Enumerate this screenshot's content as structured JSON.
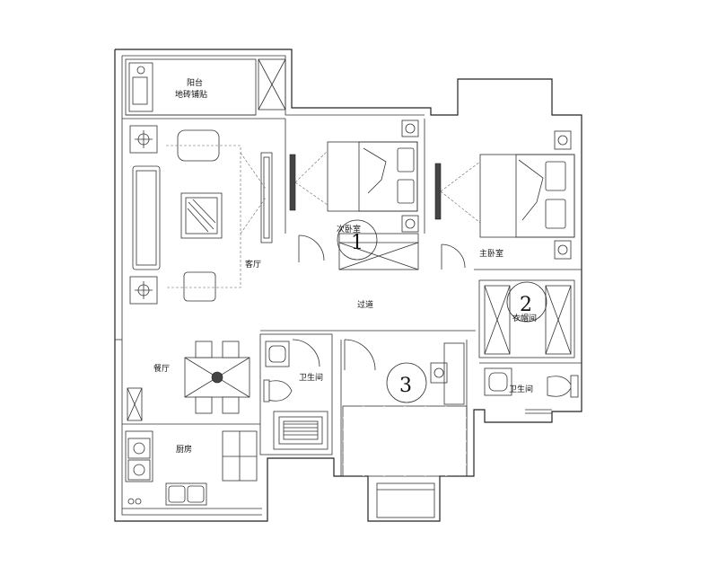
{
  "rooms": {
    "balcony_top": "阳台",
    "balcony_note": "地砖铺贴",
    "living_room": "客厅",
    "second_bedroom": "次卧室",
    "master_bedroom": "主卧室",
    "corridor": "过道",
    "closet": "衣帽间",
    "dining_room": "餐厅",
    "bathroom_left": "卫生间",
    "bathroom_right": "卫生间",
    "kitchen": "厨房"
  },
  "markers": {
    "m1": "1",
    "m2": "2",
    "m3": "3"
  }
}
